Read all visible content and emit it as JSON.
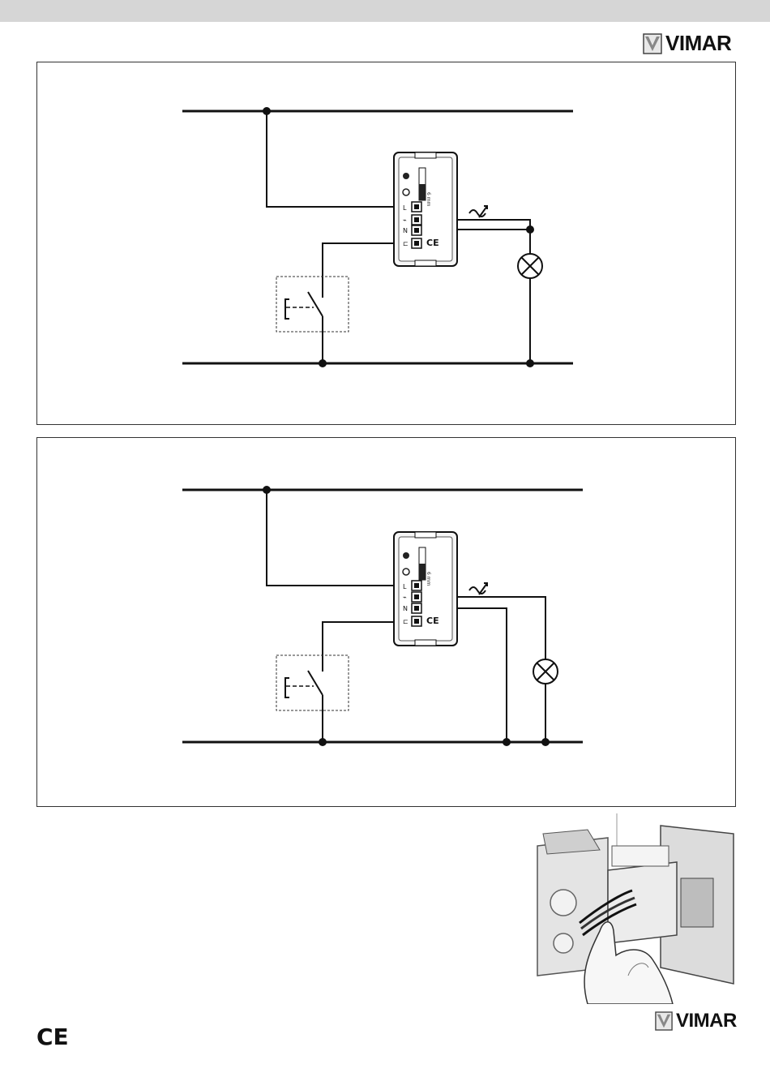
{
  "brand": {
    "name": "VIMAR"
  },
  "marks": {
    "ce": "CE"
  },
  "diagrams": [
    {
      "terminals": [
        "L",
        "⌁",
        "N",
        "⊏"
      ]
    },
    {
      "terminals": [
        "L",
        "⌁",
        "N",
        "⊏"
      ]
    }
  ],
  "device_label": {
    "cut": "6 mm"
  },
  "icons": {
    "logo": "vimar-logo-icon",
    "lamp": "lamp-icon",
    "switch": "pushbutton-switch-icon",
    "load": "dimmer-load-icon",
    "installation": "installation-photo-icon"
  }
}
